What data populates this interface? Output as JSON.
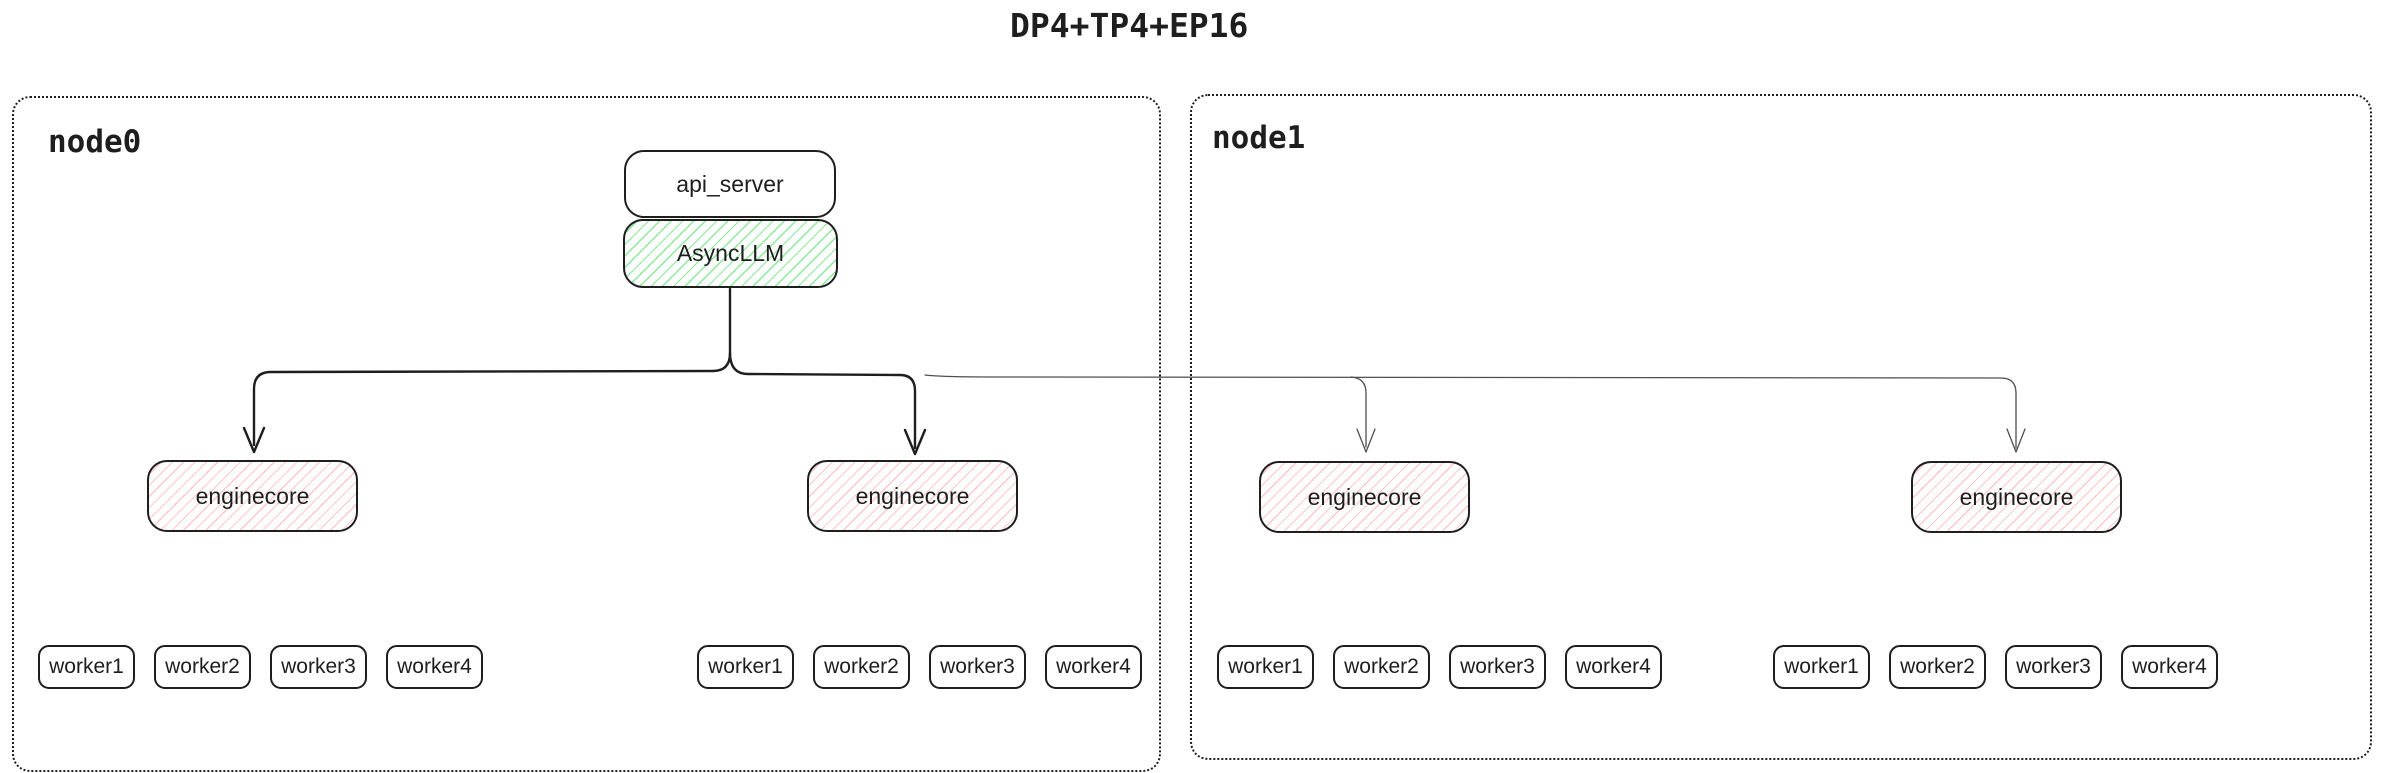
{
  "title": "DP4+TP4+EP16",
  "colors": {
    "ink": "#1e1e1e",
    "green_hatch": "#8ce99a",
    "red_hatch": "#ffc9c9",
    "thin_line": "#4f4f4f"
  },
  "node0": {
    "label": "node0"
  },
  "node1": {
    "label": "node1"
  },
  "boxes": {
    "api_server": "api_server",
    "async_llm": "AsyncLLM",
    "enginecore": "enginecore"
  },
  "workers": [
    "worker1",
    "worker2",
    "worker3",
    "worker4"
  ]
}
